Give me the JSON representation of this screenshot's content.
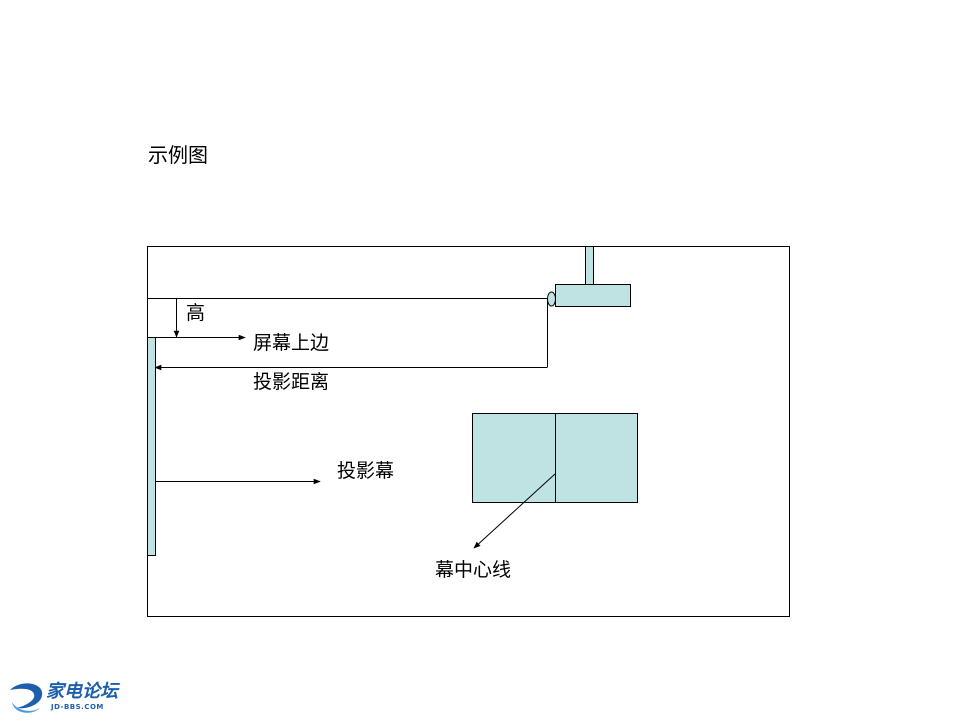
{
  "slide": {
    "title": "示例图"
  },
  "diagram": {
    "labels": {
      "height": "高",
      "screen_top": "屏幕上边",
      "projection_distance": "投影距离",
      "projection_screen": "投影幕",
      "screen_centerline": "幕中心线"
    },
    "colors": {
      "fill": "#bfe3e3",
      "stroke": "#000000",
      "background": "#ffffff"
    }
  },
  "logo": {
    "name": "家电论坛",
    "site": "JD-BBS.COM",
    "color": "#1d5fae"
  }
}
